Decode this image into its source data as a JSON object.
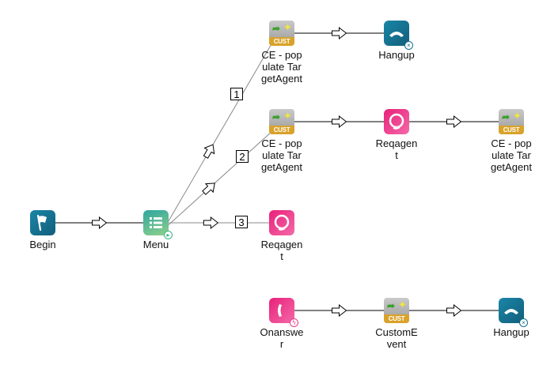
{
  "diagram": {
    "nodes": [
      {
        "id": "begin",
        "label": "Begin",
        "icon": "flag-icon",
        "type": "begin",
        "color": "#17708f"
      },
      {
        "id": "menu",
        "label": "Menu",
        "icon": "list-menu-icon",
        "type": "menu",
        "color": "#3bb486"
      },
      {
        "id": "ce1",
        "label": "CE - populate TargetAgent",
        "icon": "custom-event-icon",
        "type": "custom-event",
        "strip_text": "CUST EV"
      },
      {
        "id": "hangup1",
        "label": "Hangup",
        "icon": "hangup-icon",
        "type": "hangup",
        "color": "#17708f"
      },
      {
        "id": "ce2",
        "label": "CE - populate TargetAgent",
        "icon": "custom-event-icon",
        "type": "custom-event",
        "strip_text": "CUST EV"
      },
      {
        "id": "reqagent1",
        "label": "Reqagent",
        "icon": "headset-icon",
        "type": "reqagent",
        "color": "#ec3c84"
      },
      {
        "id": "ce3",
        "label": "CE - populate TargetAgent",
        "icon": "custom-event-icon",
        "type": "custom-event",
        "strip_text": "CUST EV"
      },
      {
        "id": "reqagent2",
        "label": "Reqagent",
        "icon": "headset-icon",
        "type": "reqagent",
        "color": "#ec3c84"
      },
      {
        "id": "onanswer",
        "label": "Onanswer",
        "icon": "phone-icon",
        "type": "onanswer",
        "color": "#ec3c84"
      },
      {
        "id": "customevent",
        "label": "CustomEvent",
        "icon": "custom-event-icon",
        "type": "custom-event",
        "strip_text": "CUST EV"
      },
      {
        "id": "hangup2",
        "label": "Hangup",
        "icon": "hangup-icon",
        "type": "hangup",
        "color": "#17708f"
      }
    ],
    "edges": [
      {
        "from": "begin",
        "to": "menu",
        "label": ""
      },
      {
        "from": "menu",
        "to": "ce1",
        "label": "1"
      },
      {
        "from": "menu",
        "to": "ce2",
        "label": "2"
      },
      {
        "from": "menu",
        "to": "reqagent2",
        "label": "3"
      },
      {
        "from": "ce1",
        "to": "hangup1",
        "label": ""
      },
      {
        "from": "ce2",
        "to": "reqagent1",
        "label": ""
      },
      {
        "from": "reqagent1",
        "to": "ce3",
        "label": ""
      },
      {
        "from": "onanswer",
        "to": "customevent",
        "label": ""
      },
      {
        "from": "customevent",
        "to": "hangup2",
        "label": ""
      }
    ]
  }
}
